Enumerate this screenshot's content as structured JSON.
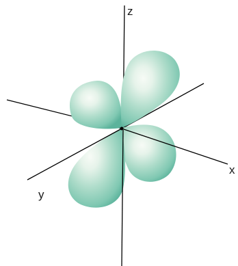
{
  "diagram": {
    "axis_labels": {
      "z": "z",
      "x": "x",
      "y": "y"
    },
    "colors": {
      "background": "#ffffff",
      "axis": "#000000",
      "lobe_highlight": "#f7fbf6",
      "lobe_mid": "#cfe9dc",
      "lobe_body": "#8fd1bd",
      "lobe_shadow": "#5cb39c"
    }
  }
}
